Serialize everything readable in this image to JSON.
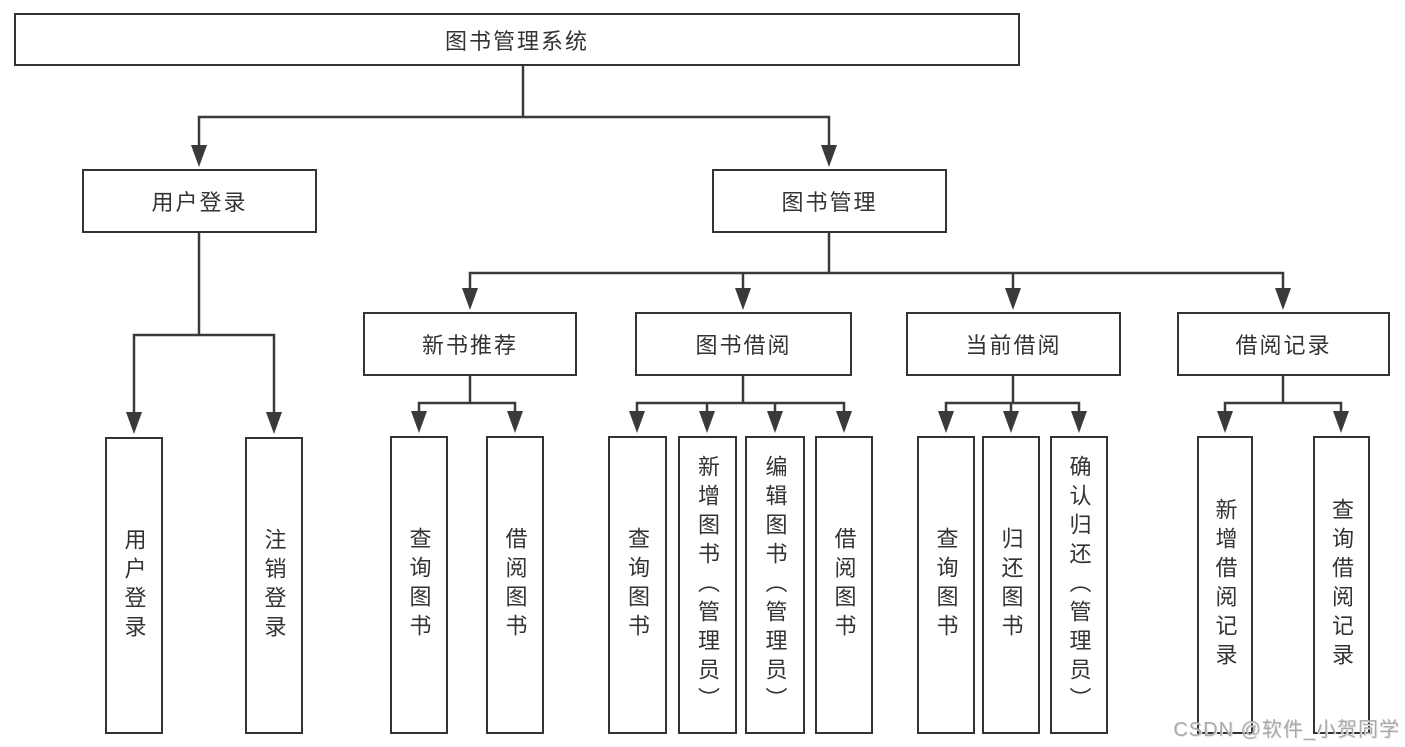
{
  "diagram": {
    "root": {
      "label": "图书管理系统"
    },
    "branches": [
      {
        "label": "用户登录",
        "children": [
          {
            "label": "用户登录"
          },
          {
            "label": "注销登录"
          }
        ]
      },
      {
        "label": "图书管理",
        "children": [
          {
            "label": "新书推荐",
            "children": [
              {
                "label": "查询图书"
              },
              {
                "label": "借阅图书"
              }
            ]
          },
          {
            "label": "图书借阅",
            "children": [
              {
                "label": "查询图书"
              },
              {
                "label": "新增图书（管理员）"
              },
              {
                "label": "编辑图书（管理员）"
              },
              {
                "label": "借阅图书"
              }
            ]
          },
          {
            "label": "当前借阅",
            "children": [
              {
                "label": "查询图书"
              },
              {
                "label": "归还图书"
              },
              {
                "label": "确认归还（管理员）"
              }
            ]
          },
          {
            "label": "借阅记录",
            "children": [
              {
                "label": "新增借阅记录"
              },
              {
                "label": "查询借阅记录"
              }
            ]
          }
        ]
      }
    ]
  },
  "watermark": {
    "text": "CSDN @软件_小贺同学"
  },
  "colors": {
    "line": "#3a3a3a",
    "box_border": "#333333",
    "text": "#333333",
    "background": "#ffffff",
    "watermark": "#a9a9a9"
  }
}
